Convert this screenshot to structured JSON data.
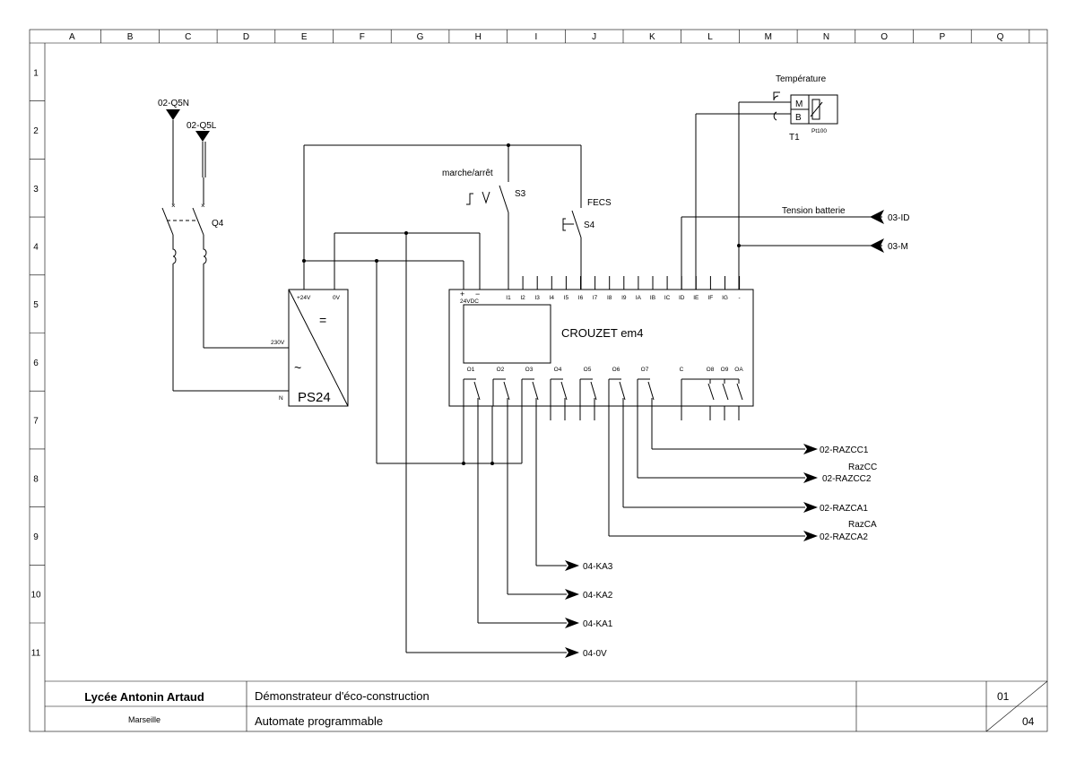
{
  "grid": {
    "columns": [
      "A",
      "B",
      "C",
      "D",
      "E",
      "F",
      "G",
      "H",
      "I",
      "J",
      "K",
      "L",
      "M",
      "N",
      "O",
      "P",
      "Q"
    ],
    "rows": [
      "1",
      "2",
      "3",
      "4",
      "5",
      "6",
      "7",
      "8",
      "9",
      "10",
      "11"
    ]
  },
  "sources": {
    "q5n": "02-Q5N",
    "q5l": "02-Q5L",
    "breaker": "Q4"
  },
  "power_supply": {
    "name": "PS24",
    "out_plus": "+24V",
    "out_zero": "0V",
    "in_phase": "230V",
    "in_neutral": "N",
    "dc_symbol": "=",
    "ac_symbol": "~"
  },
  "switches": {
    "s3_label": "marche/arrêt",
    "s3_name": "S3",
    "s4_label": "FECS",
    "s4_name": "S4"
  },
  "sensor": {
    "title": "Température",
    "name": "T1",
    "type": "Pt100",
    "pin_m": "M",
    "pin_b": "B"
  },
  "plc": {
    "name": "CROUZET  em4",
    "supply_label": "24VDC",
    "plus": "+",
    "minus": "−",
    "inputs": [
      "I1",
      "I2",
      "I3",
      "I4",
      "I5",
      "I6",
      "I7",
      "I8",
      "I9",
      "IA",
      "IB",
      "IC",
      "ID",
      "IE",
      "IF",
      "IG",
      "-"
    ],
    "outputs": [
      "O1",
      "O2",
      "O3",
      "O4",
      "O5",
      "O6",
      "O7",
      "C",
      "O8",
      "O9",
      "OA"
    ]
  },
  "refs_in": {
    "id": "03-ID",
    "m": "03-M",
    "tension": "Tension batterie"
  },
  "refs_out": {
    "razcc1": "02-RAZCC1",
    "razcc2": "02-RAZCC2",
    "razcc_label": "RazCC",
    "razca1": "02-RAZCA1",
    "razca2": "02-RAZCA2",
    "razca_label": "RazCA",
    "ka3": "04-KA3",
    "ka2": "04-KA2",
    "ka1": "04-KA1",
    "zero": "04-0V"
  },
  "cartouche": {
    "school": "Lycée Antonin Artaud",
    "city": "Marseille",
    "project": "Démonstrateur d'éco-construction",
    "sheet_title": "Automate programmable",
    "page": "01",
    "total": "04"
  }
}
